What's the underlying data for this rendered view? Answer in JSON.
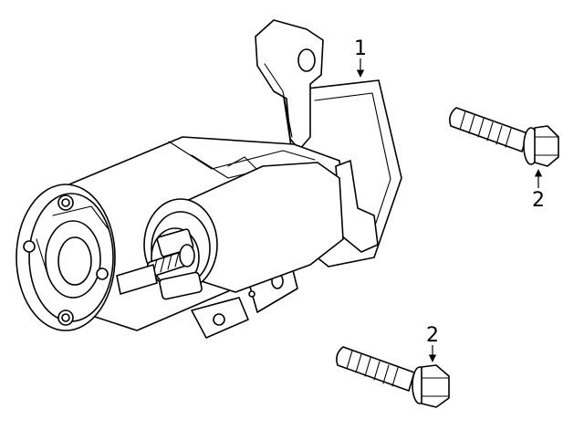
{
  "callouts": [
    {
      "id": "starter",
      "label": "1"
    },
    {
      "id": "bolt-upper",
      "label": "2"
    },
    {
      "id": "bolt-lower",
      "label": "2"
    }
  ]
}
